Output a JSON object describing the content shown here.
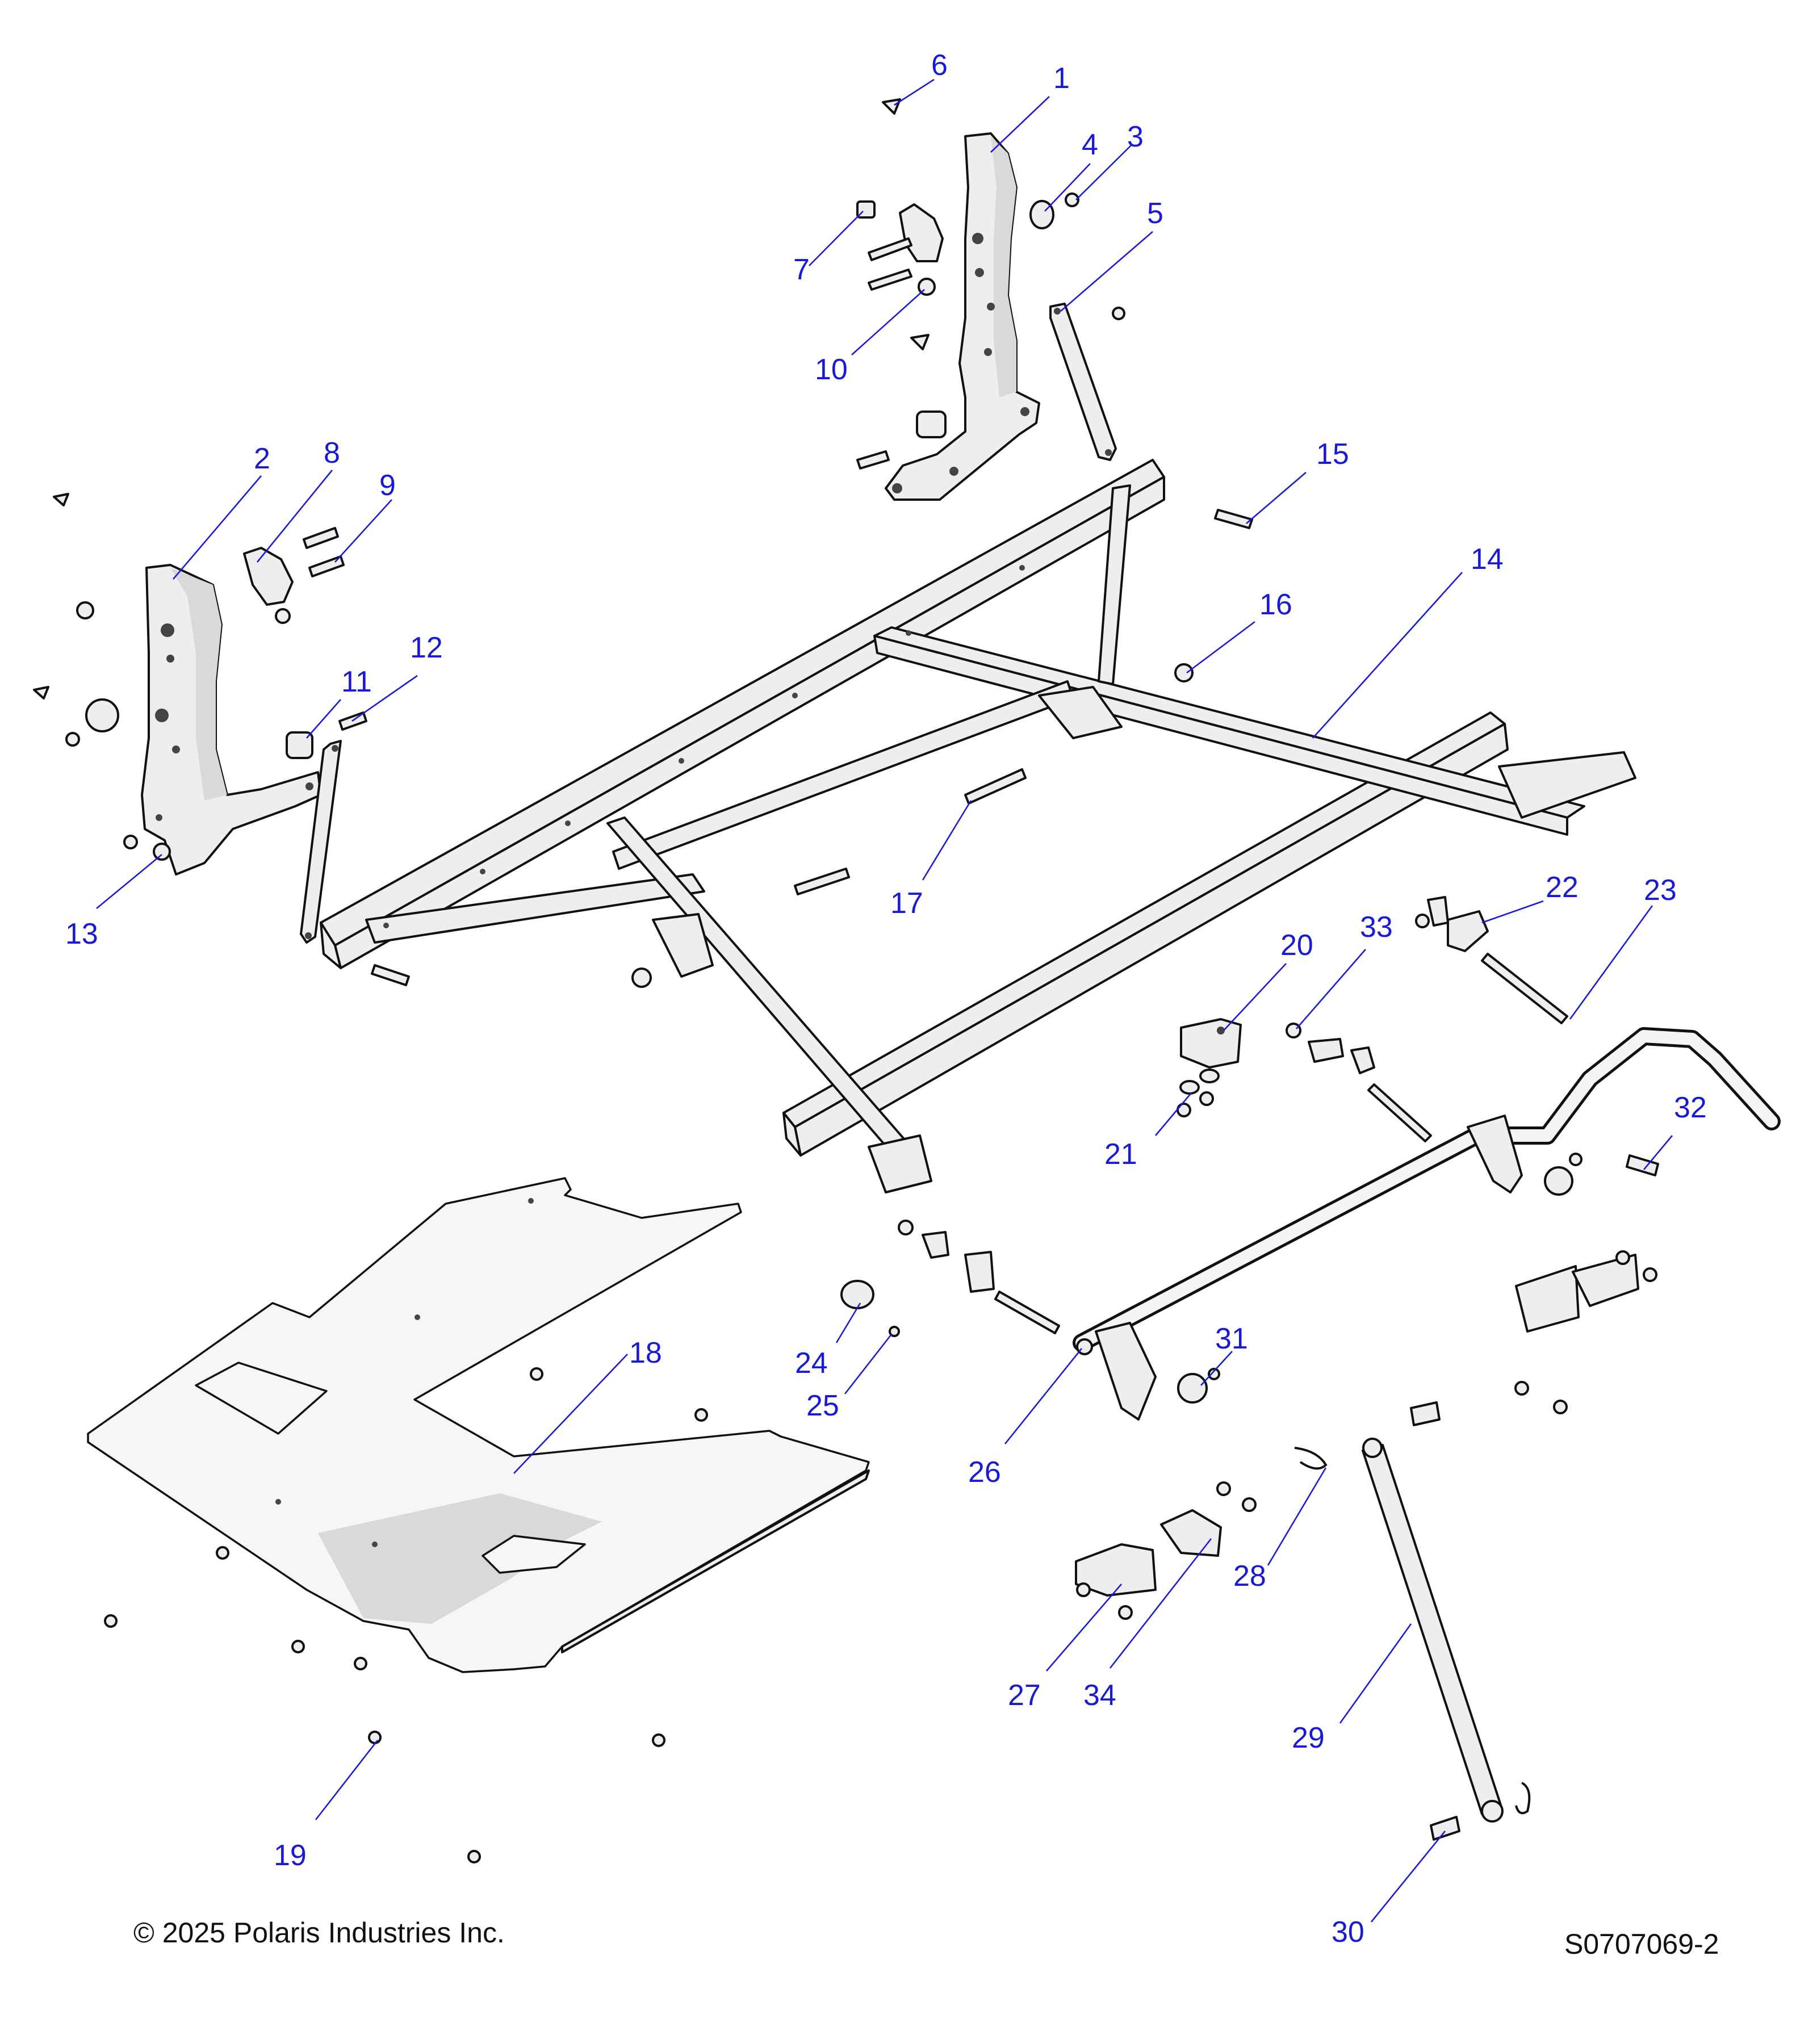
{
  "diagram": {
    "callouts": [
      {
        "num": "1"
      },
      {
        "num": "2"
      },
      {
        "num": "3"
      },
      {
        "num": "4"
      },
      {
        "num": "5"
      },
      {
        "num": "6"
      },
      {
        "num": "7"
      },
      {
        "num": "8"
      },
      {
        "num": "9"
      },
      {
        "num": "10"
      },
      {
        "num": "11"
      },
      {
        "num": "12"
      },
      {
        "num": "13"
      },
      {
        "num": "14"
      },
      {
        "num": "15"
      },
      {
        "num": "16"
      },
      {
        "num": "17"
      },
      {
        "num": "18"
      },
      {
        "num": "19"
      },
      {
        "num": "20"
      },
      {
        "num": "21"
      },
      {
        "num": "22"
      },
      {
        "num": "23"
      },
      {
        "num": "24"
      },
      {
        "num": "25"
      },
      {
        "num": "26"
      },
      {
        "num": "27"
      },
      {
        "num": "28"
      },
      {
        "num": "29"
      },
      {
        "num": "30"
      },
      {
        "num": "31"
      },
      {
        "num": "32"
      },
      {
        "num": "33"
      },
      {
        "num": "34"
      }
    ],
    "callout_color": "#1a1ad6",
    "line_color": "#111111"
  },
  "footer": {
    "copyright": "© 2025 Polaris Industries Inc.",
    "drawing_id": "S0707069-2"
  }
}
